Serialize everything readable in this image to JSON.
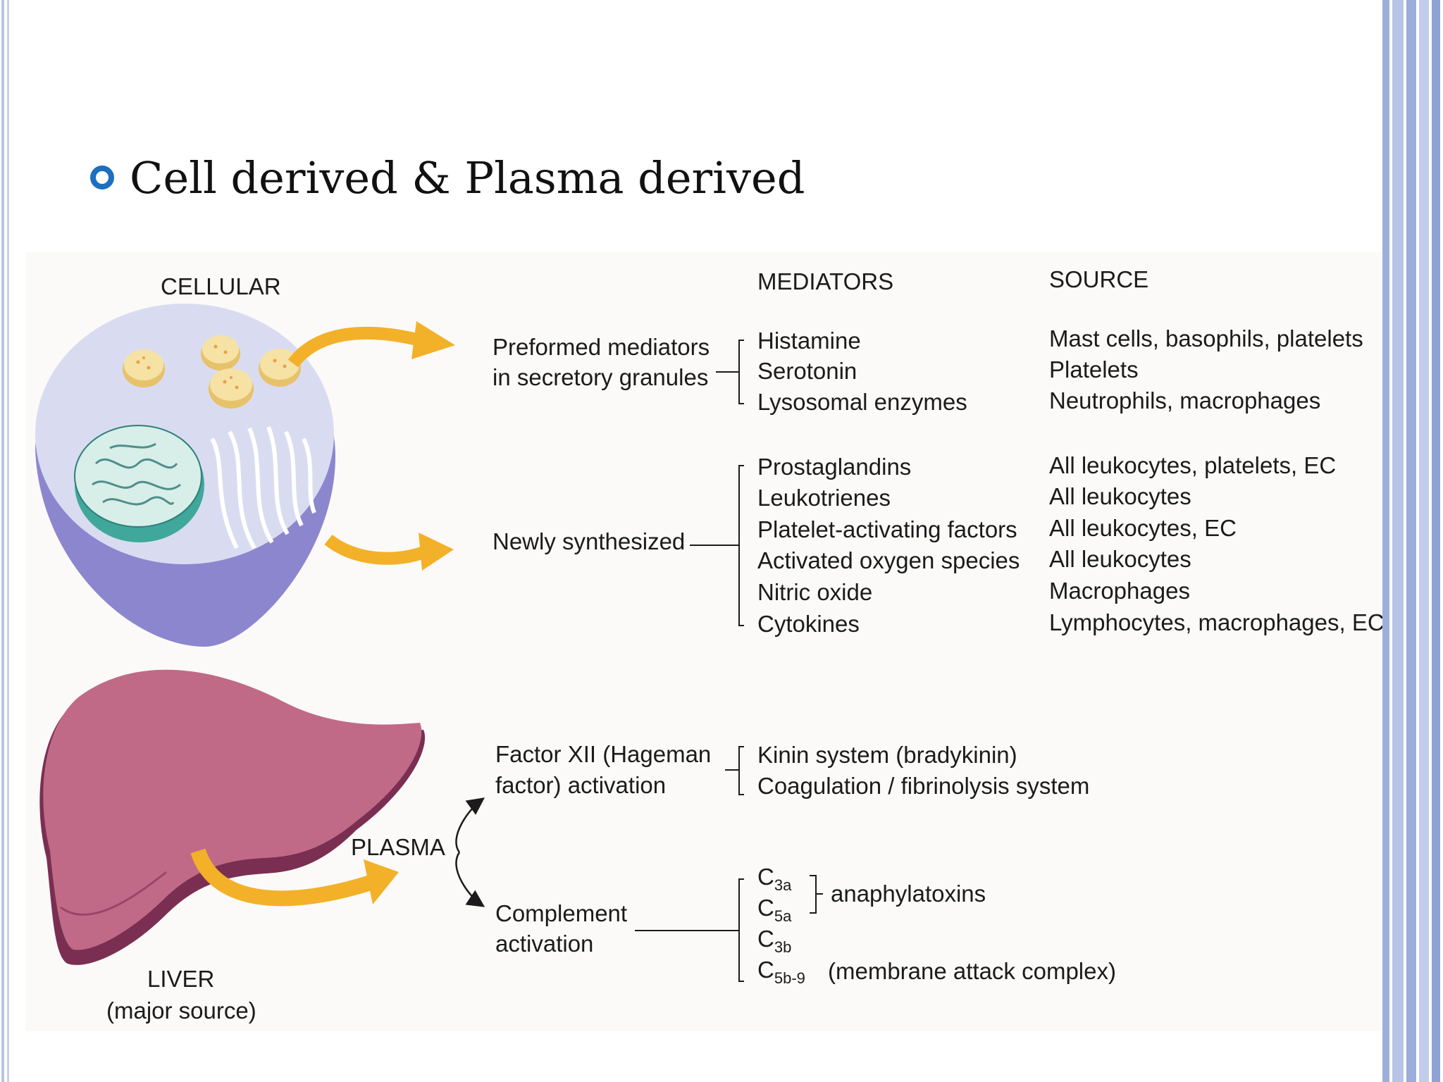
{
  "slide": {
    "heading": "Cell derived & Plasma derived"
  },
  "figure": {
    "cellular_label": "CELLULAR",
    "plasma_label": "PLASMA",
    "liver_label": "LIVER",
    "liver_sub": "(major source)",
    "col_mediators": "MEDIATORS",
    "col_source": "SOURCE",
    "preformed": {
      "line1": "Preformed mediators",
      "line2": "in secretory granules",
      "mediators": [
        "Histamine",
        "Serotonin",
        "Lysosomal enzymes"
      ],
      "sources": [
        "Mast cells, basophils, platelets",
        "Platelets",
        "Neutrophils, macrophages"
      ]
    },
    "newly": {
      "label": "Newly synthesized",
      "mediators": [
        "Prostaglandins",
        "Leukotrienes",
        "Platelet-activating factors",
        "Activated oxygen species",
        "Nitric oxide",
        "Cytokines"
      ],
      "sources": [
        "All leukocytes, platelets, EC",
        "All leukocytes",
        "All leukocytes, EC",
        "All leukocytes",
        "Macrophages",
        "Lymphocytes, macrophages, EC"
      ]
    },
    "factor": {
      "line1": "Factor XII (Hageman",
      "line2": "factor) activation",
      "mediators": [
        "Kinin system (bradykinin)",
        "Coagulation / fibrinolysis system"
      ]
    },
    "complement": {
      "line1": "Complement",
      "line2": "activation",
      "c3a": "C",
      "c3a_sub": "3a",
      "c5a": "C",
      "c5a_sub": "5a",
      "c3b": "C",
      "c3b_sub": "3b",
      "c5b9": "C",
      "c5b9_sub": "5b-9",
      "anaphylatoxins": "anaphylatoxins",
      "mac": "(membrane attack complex)"
    }
  },
  "colors": {
    "arrow": "#f2b128",
    "cell_top": "#d9dcf1",
    "cell_side": "#8c86cf",
    "nucleus": "#d7eee9",
    "nucleus_side": "#3fa79c",
    "liver": "#c06a88",
    "liver_dark": "#7a2f52",
    "bullet": "#1d6fc0"
  }
}
